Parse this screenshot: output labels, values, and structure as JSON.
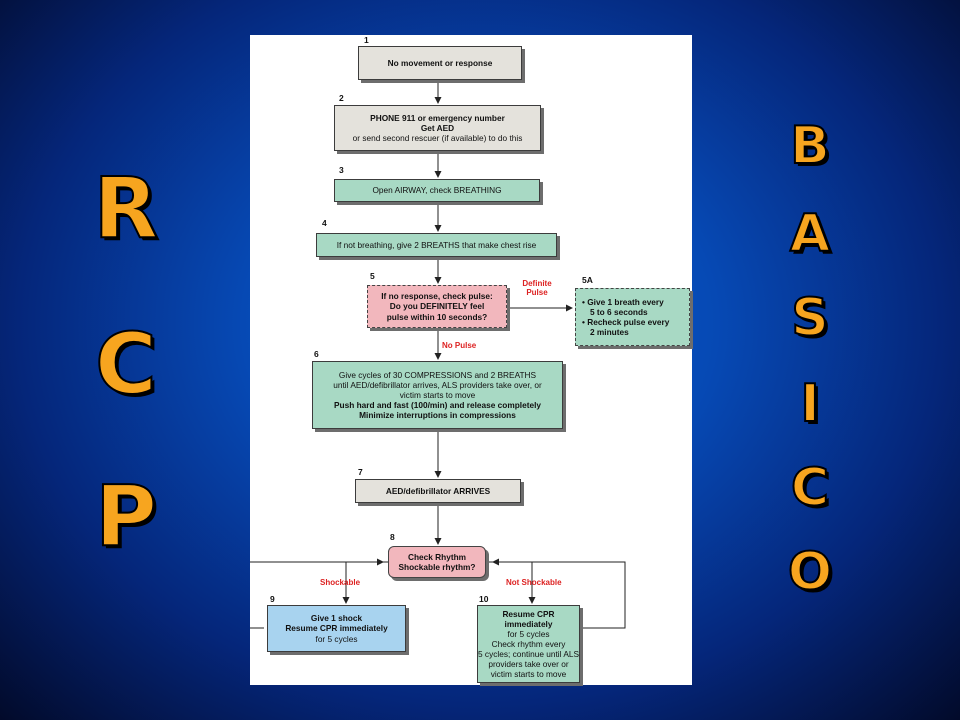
{
  "left_title": [
    "R",
    "C",
    "P"
  ],
  "right_title": [
    "B",
    "A",
    "S",
    "I",
    "C",
    "O"
  ],
  "flowchart": {
    "steps": [
      {
        "num": "1",
        "lines": [
          {
            "t": "No movement or response",
            "b": true
          }
        ]
      },
      {
        "num": "2",
        "lines": [
          {
            "t": "PHONE 911 or emergency number",
            "b": true
          },
          {
            "t": "Get AED",
            "b": true
          },
          {
            "t": "or send second rescuer (if available) to do this",
            "b": false
          }
        ]
      },
      {
        "num": "3",
        "lines": [
          {
            "t": "Open AIRWAY, check BREATHING",
            "b": false
          }
        ]
      },
      {
        "num": "4",
        "lines": [
          {
            "t": "If not breathing, give 2 BREATHS that make chest rise",
            "b": false
          }
        ]
      },
      {
        "num": "5",
        "lines": [
          {
            "t": "If no response, check pulse:",
            "b": true
          },
          {
            "t": "Do you DEFINITELY feel",
            "b": true
          },
          {
            "t": "pulse within 10 seconds?",
            "b": true
          }
        ]
      },
      {
        "num": "5A",
        "lines": [
          {
            "t": "• Give 1 breath every",
            "b": true
          },
          {
            "t": "5 to 6 seconds",
            "b": true
          },
          {
            "t": "• Recheck pulse every",
            "b": true
          },
          {
            "t": "2 minutes",
            "b": true
          }
        ]
      },
      {
        "num": "6",
        "lines": [
          {
            "t": "Give cycles of 30 COMPRESSIONS and 2 BREATHS",
            "b": false
          },
          {
            "t": "until AED/defibrillator arrives, ALS providers take over, or",
            "b": false
          },
          {
            "t": "victim starts to move",
            "b": false
          },
          {
            "t": "Push hard and fast (100/min) and release completely",
            "b": true
          },
          {
            "t": "Minimize interruptions in compressions",
            "b": true
          }
        ]
      },
      {
        "num": "7",
        "lines": [
          {
            "t": "AED/defibrillator ARRIVES",
            "b": true
          }
        ]
      },
      {
        "num": "8",
        "lines": [
          {
            "t": "Check Rhythm",
            "b": true
          },
          {
            "t": "Shockable rhythm?",
            "b": true
          }
        ]
      },
      {
        "num": "9",
        "lines": [
          {
            "t": "Give 1 shock",
            "b": true
          },
          {
            "t": "Resume CPR immediately",
            "b": true
          },
          {
            "t": "for 5 cycles",
            "b": false
          }
        ]
      },
      {
        "num": "10",
        "lines": [
          {
            "t": "Resume CPR immediately",
            "b": true
          },
          {
            "t": "for 5 cycles",
            "b": false
          },
          {
            "t": "Check rhythm every",
            "b": false
          },
          {
            "t": "5 cycles; continue until ALS",
            "b": false
          },
          {
            "t": "providers take over or",
            "b": false
          },
          {
            "t": "victim starts to move",
            "b": false
          }
        ]
      }
    ],
    "edge_labels": {
      "definite_pulse": "Definite Pulse",
      "no_pulse": "No Pulse",
      "shockable": "Shockable",
      "not_shockable": "Not Shockable"
    }
  }
}
